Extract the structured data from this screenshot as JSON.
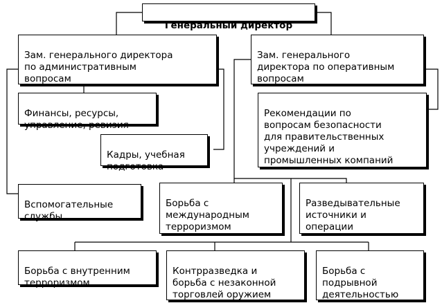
{
  "org": {
    "director": "Генеральный директор",
    "deputy_admin": "Зам. генерального директора\nпо административным\nвопросам",
    "deputy_ops": "Зам. генерального\nдиректора по оперативным\nвопросам",
    "finance": "Финансы, ресурсы,\nуправление, ревизия",
    "personnel": "Кадры, учебная\nподготовка",
    "auxiliary": "Вспомогательные\nслужбы",
    "security_recs": "Рекомендации по\nвопросам безопасности\nдля правительственных\nучреждений и\nпромышленных компаний",
    "intl_terror": "Борьба с\nмеждународным\nтерроризмом",
    "intelligence": "Разведывательные\nисточники и\nоперации",
    "domestic_terror": "Борьба с внутренним\nтерроризмом",
    "counterintel": "Контрразведка и\nборьба с незаконной\nторговлей оружием",
    "subversion": "Борьба с\nподрывной\nдеятельностью"
  }
}
